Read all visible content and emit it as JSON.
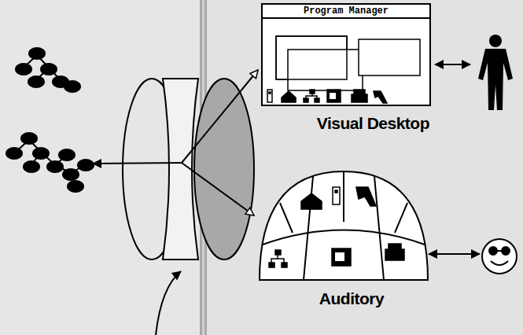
{
  "diagram": {
    "nodes": [
      {
        "text": [
          "Program Manager",
          "Visual Desktop"
        ]
      },
      {
        "text": [
          "Auditory"
        ]
      }
    ]
  }
}
